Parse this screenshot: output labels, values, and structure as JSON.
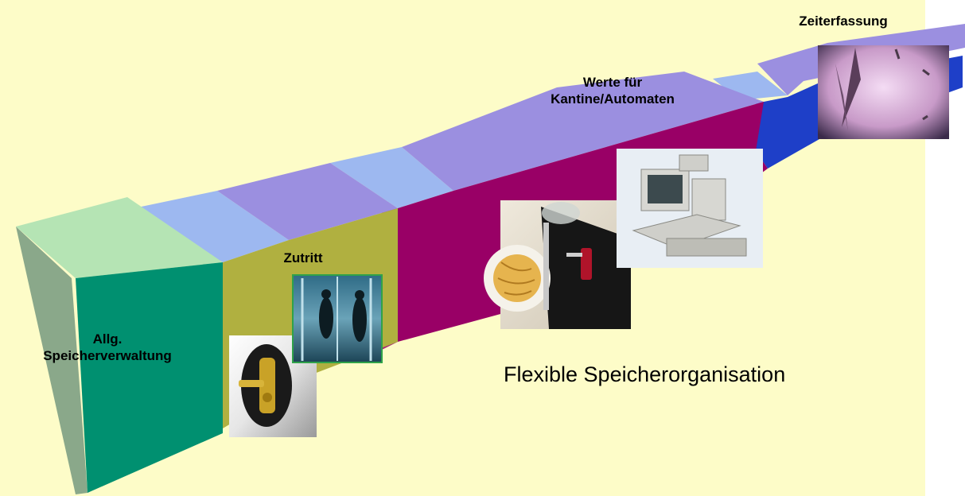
{
  "diagram": {
    "title": "Flexible Speicherorganisation",
    "segments": [
      {
        "label_lines": [
          "Allg.",
          "Speicherverwaltung"
        ],
        "picture": "door-lock-photo"
      },
      {
        "label_lines": [
          "Zutritt"
        ],
        "picture": "revolving-door-photo"
      },
      {
        "label_lines": [
          "Werte für",
          "Kantine/Automaten"
        ],
        "picture": "cafeteria-tray-photo"
      },
      {
        "label_lines": [
          "Zeiterfassung"
        ],
        "picture": "clock-photo"
      }
    ],
    "extra_picture": "cash-register-photo"
  },
  "colors": {
    "background": "#fdfcc8",
    "segment_green": "#009070",
    "segment_olive": "#b0b040",
    "segment_magenta": "#990066",
    "segment_blue": "#1e3fc8",
    "top_lavender": "#9b8fe0",
    "top_light_blue": "#9db8f0",
    "side_green": "#8aa88a"
  }
}
